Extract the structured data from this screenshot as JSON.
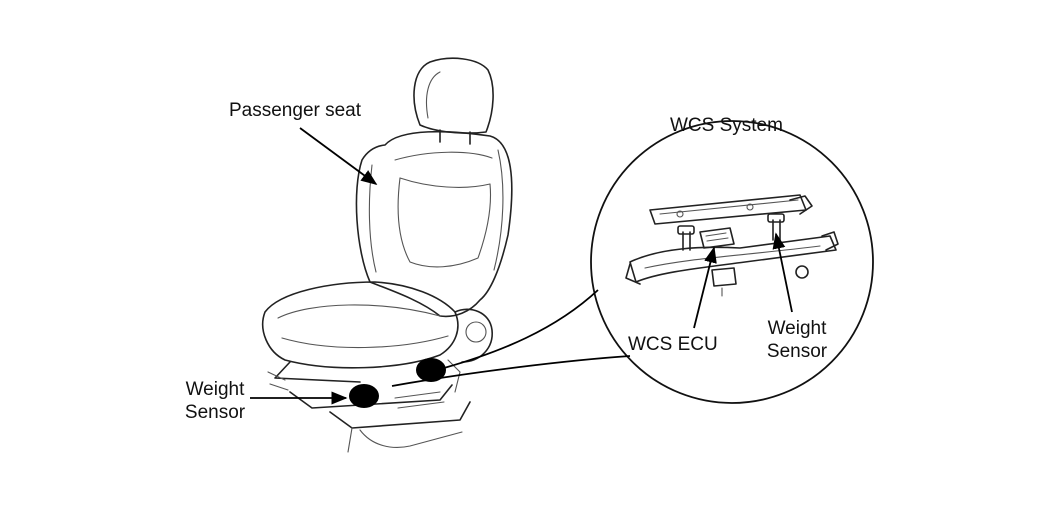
{
  "labels": {
    "passenger_seat": "Passenger seat",
    "wcs_system": "WCS System",
    "weight_sensor_left_line1": "Weight",
    "weight_sensor_left_line2": "Sensor",
    "wcs_ecu": "WCS ECU",
    "weight_sensor_right_line1": "Weight",
    "weight_sensor_right_line2": "Sensor"
  },
  "colors": {
    "line": "#222222",
    "marker": "#000000",
    "background": "#ffffff"
  }
}
